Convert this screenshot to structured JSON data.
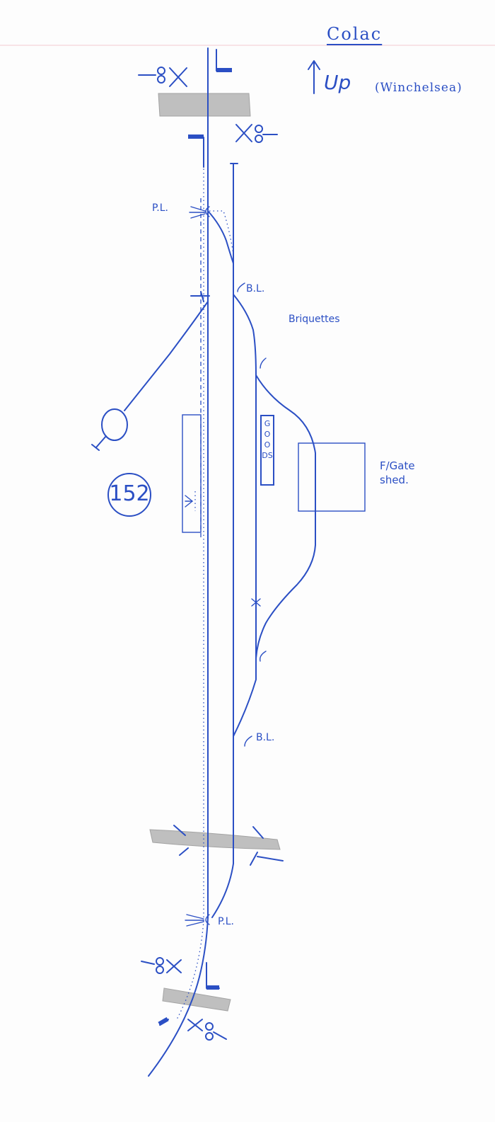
{
  "diagram": {
    "title": "Colac",
    "direction": "Up",
    "destination": "(Winchelsea)",
    "labels": {
      "pl_top": "P.L.",
      "bl_top": "B.L.",
      "briquettes": "Briquettes",
      "goods": "GOODS",
      "shed": "F/Gate shed.",
      "signal_box": "152",
      "bl_bottom": "B.L.",
      "pl_bottom": "P.L."
    }
  }
}
